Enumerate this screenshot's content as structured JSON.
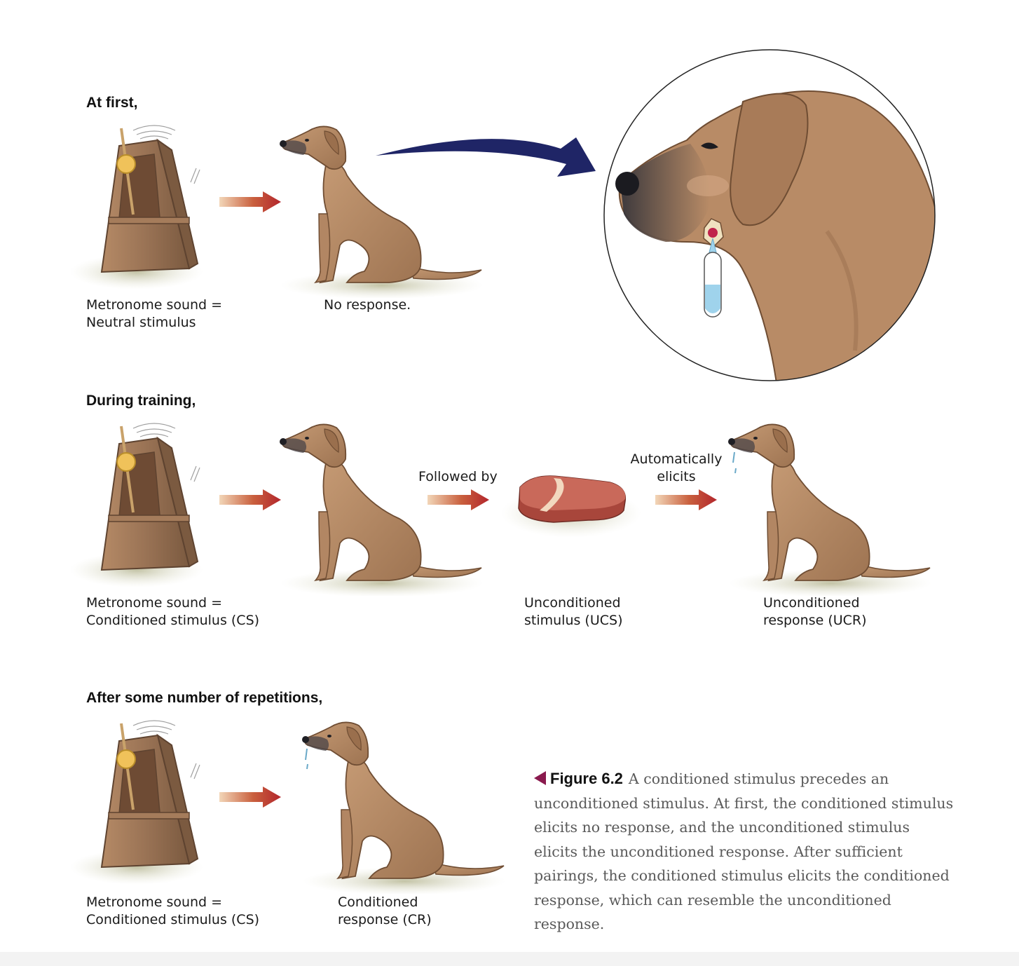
{
  "rows": [
    {
      "heading": "At first,",
      "stimulus_label": [
        "Metronome sound =",
        "Neutral stimulus"
      ],
      "dog_label": [
        "No response."
      ]
    },
    {
      "heading": "During training,",
      "stimulus_label": [
        "Metronome sound =",
        "Conditioned stimulus (CS)"
      ],
      "followed_by": "Followed by",
      "ucs_label": [
        "Unconditioned",
        "stimulus (UCS)"
      ],
      "auto_elicits": [
        "Automatically",
        "elicits"
      ],
      "ucr_label": [
        "Unconditioned",
        "response (UCR)"
      ]
    },
    {
      "heading": "After some number of repetitions,",
      "stimulus_label": [
        "Metronome sound =",
        "Conditioned stimulus (CS)"
      ],
      "dog_label": [
        "Conditioned",
        "response (CR)"
      ]
    }
  ],
  "caption": {
    "figure_label": "Figure 6.2",
    "text": "A conditioned stimulus precedes an unconditioned stimulus. At first, the conditioned stimulus elicits no response, and the unconditioned stimulus elicits the unconditioned response. After sufficient pairings, the conditioned stimulus elicits the conditioned response, which can resemble the unconditioned response."
  },
  "colors": {
    "arrow_red": "#b3262c",
    "dog_fur": "#b88b66",
    "metronome_wood": "#9a7355",
    "zoom_arrow": "#1f2566",
    "caption_marker": "#8a1a4e",
    "saliva_tube": "#9fd3ec"
  },
  "icons": [
    "metronome-icon",
    "dog-icon",
    "steak-icon",
    "arrow-icon",
    "zoom-arrow-icon",
    "saliva-tube-icon"
  ]
}
